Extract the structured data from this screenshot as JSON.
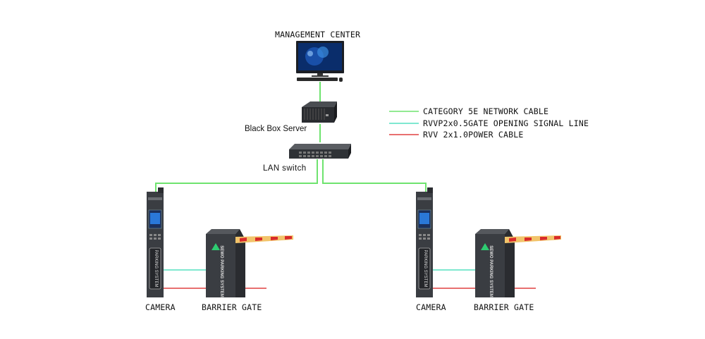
{
  "labels": {
    "management_center": "MANAGEMENT CENTER",
    "server": "Black Box Server",
    "switch": "LAN switch",
    "camera_left": "CAMERA",
    "barrier_left": "BARRIER GATE",
    "camera_right": "CAMERA",
    "barrier_right": "BARRIER GATE",
    "kiosk_text": "PARKING SYSTEM",
    "barrier_text": "SEWO PARKING SYSTEM"
  },
  "legend": [
    {
      "label": "CATEGORY 5E NETWORK CABLE",
      "color": "#6ee36e"
    },
    {
      "label": "RVVP2x0.5GATE OPENING SIGNAL LINE",
      "color": "#55e0c0"
    },
    {
      "label": "RVV 2x1.0POWER CABLE",
      "color": "#e04040"
    }
  ],
  "colors": {
    "network": "#6ee36e",
    "signal": "#55e0c0",
    "power": "#e04040",
    "device_dark": "#3a3d42",
    "arm_yellow": "#f2c46a"
  }
}
